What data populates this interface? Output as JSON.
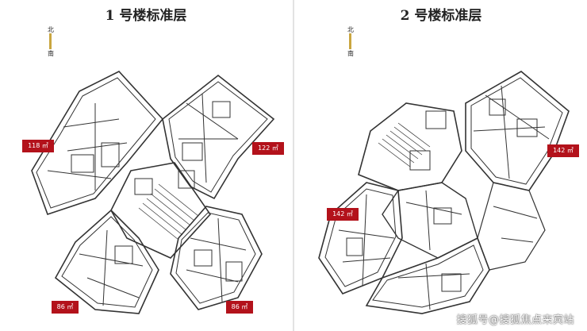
{
  "plans": {
    "left": {
      "title": "1 号楼标准层",
      "compass": {
        "north": "北",
        "south": "南"
      },
      "tags": {
        "t1": "118 ㎡",
        "t2": "122 ㎡",
        "t3": "86 ㎡",
        "t4": "86 ㎡"
      }
    },
    "right": {
      "title": "2 号楼标准层",
      "compass": {
        "north": "北",
        "south": "南"
      },
      "tags": {
        "t1": "142 ㎡",
        "t2": "142 ㎡"
      }
    }
  },
  "watermark": "搜狐号@搜狐焦点来宾站",
  "colors": {
    "tag_bg": "#b3121b",
    "compass": "#c9a640",
    "line": "#333333"
  }
}
